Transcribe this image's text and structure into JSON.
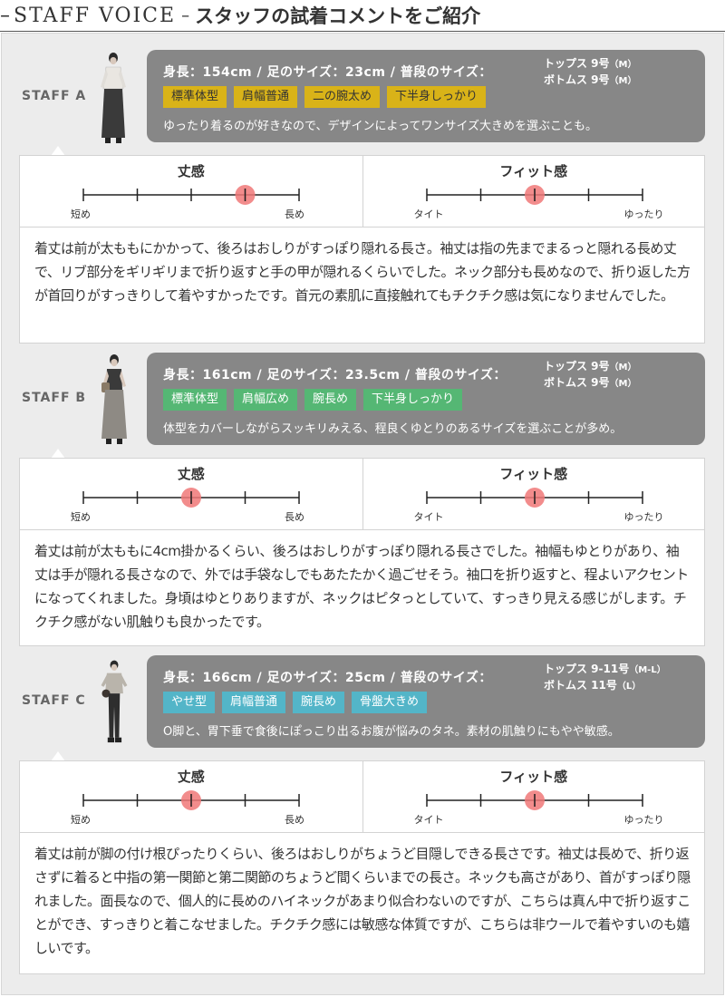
{
  "header": {
    "dash": "–",
    "title_en": "STAFF VOICE",
    "separator": "–",
    "title_jp": "スタッフの試着コメントをご紹介"
  },
  "scale_titles": {
    "length": "丈感",
    "fit": "フィット感"
  },
  "scale_ends": {
    "length_low": "短め",
    "length_high": "長め",
    "fit_low": "タイト",
    "fit_high": "ゆったり"
  },
  "colors": {
    "bubble": "#878787",
    "tag_yellow": "#d9b318",
    "tag_green": "#55b774",
    "tag_blue": "#53b5c8",
    "marker": "#f07878",
    "frame_bg": "#ececec"
  },
  "staff": [
    {
      "label": "STAFF A",
      "spec": "身長：154cm / 足のサイズ：23cm / 普段のサイズ：",
      "tops": "トップス 9号",
      "tops_unit": "（M）",
      "bottoms": "ボトムス 9号",
      "bottoms_unit": "（M）",
      "tag_color": "yellow",
      "tags": [
        "標準体型",
        "肩幅普通",
        "二の腕太め",
        "下半身しっかり"
      ],
      "note": "ゆったり着るのが好きなので、デザインによってワンサイズ大きめを選ぶことも。",
      "length_level": 4,
      "fit_level": 3,
      "comment": "着丈は前が太ももにかかって、後ろはおしりがすっぽり隠れる長さ。袖丈は指の先までまるっと隠れる長め丈で、リブ部分をギリギリまで折り返すと手の甲が隠れるくらいでした。ネック部分も長めなので、折り返した方が首回りがすっきりして着やすかったです。首元の素肌に直接触れてもチクチク感は気になりませんでした。"
    },
    {
      "label": "STAFF B",
      "spec": "身長：161cm / 足のサイズ：23.5cm / 普段のサイズ：",
      "tops": "トップス 9号",
      "tops_unit": "（M）",
      "bottoms": "ボトムス 9号",
      "bottoms_unit": "（M）",
      "tag_color": "green",
      "tags": [
        "標準体型",
        "肩幅広め",
        "腕長め",
        "下半身しっかり"
      ],
      "note": "体型をカバーしながらスッキリみえる、程良くゆとりのあるサイズを選ぶことが多め。",
      "length_level": 3,
      "fit_level": 3,
      "comment": "着丈は前が太ももに4cm掛かるくらい、後ろはおしりがすっぽり隠れる長さでした。袖幅もゆとりがあり、袖丈は手が隠れる長さなので、外では手袋なしでもあたたかく過ごせそう。袖口を折り返すと、程よいアクセントになってくれました。身頃はゆとりありますが、ネックはピタっとしていて、すっきり見える感じがします。チクチク感がない肌触りも良かったです。"
    },
    {
      "label": "STAFF C",
      "spec": "身長：166cm / 足のサイズ：25cm / 普段のサイズ：",
      "tops": "トップス 9-11号",
      "tops_unit": "（M-L）",
      "bottoms": "ボトムス 11号",
      "bottoms_unit": "（L）",
      "tag_color": "blue",
      "tags": [
        "やせ型",
        "肩幅普通",
        "腕長め",
        "骨盤大きめ"
      ],
      "note": "O脚と、胃下垂で食後にぽっこり出るお腹が悩みのタネ。素材の肌触りにもやや敏感。",
      "length_level": 3,
      "fit_level": 3,
      "comment": "着丈は前が脚の付け根ぴったりくらい、後ろはおしりがちょうど目隠しできる長さです。袖丈は長めで、折り返さずに着ると中指の第一関節と第二関節のちょうど間くらいまでの長さ。ネックも高さがあり、首がすっぽり隠れました。面長なので、個人的に長めのハイネックがあまり似合わないのですが、こちらは真ん中で折り返すことができ、すっきりと着こなせました。チクチク感には敏感な体質ですが、こちらは非ウールで着やすいのも嬉しいです。"
    }
  ]
}
